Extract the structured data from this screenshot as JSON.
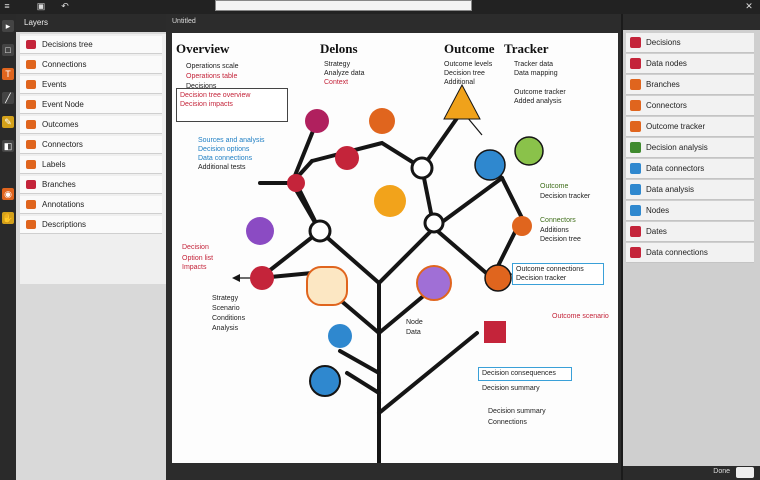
{
  "top": {
    "field_value": ""
  },
  "left_panel": {
    "title": "Layers",
    "items": [
      {
        "label": "Decisions tree",
        "color": "#c4243a"
      },
      {
        "label": "Connections",
        "color": "#e0651e"
      },
      {
        "label": "Events",
        "color": "#e0651e"
      },
      {
        "label": "Event Node",
        "color": "#e0651e"
      },
      {
        "label": "Outcomes",
        "color": "#e0651e"
      },
      {
        "label": "Connectors",
        "color": "#e0651e"
      },
      {
        "label": "Labels",
        "color": "#e0651e"
      },
      {
        "label": "Branches",
        "color": "#c4243a"
      },
      {
        "label": "Annotations",
        "color": "#e0651e"
      },
      {
        "label": "Descriptions",
        "color": "#e0651e"
      }
    ]
  },
  "canvas": {
    "title": "Untitled",
    "headers": {
      "h1": "Overview",
      "h2": "Delons",
      "h3": "Outcome",
      "h4": "Tracker"
    },
    "ann": {
      "a1": "Operations scale",
      "a2": "Operations table",
      "a3": "Decisions",
      "a4": "Decision tree",
      "a5": "Additional tests",
      "b1": "Strategy",
      "b2": "Analyze data",
      "b3": "Context",
      "c1": "Outcome levels",
      "c2": "Decision tree",
      "c3": "Additional",
      "d1": "Tracker data",
      "d2": "Data mapping",
      "d3": "Outcome tracker",
      "d4": "Added analysis",
      "callout1": "Decision tree overview",
      "callout2": "Decision impacts",
      "e1": "Sources and analysis",
      "e2": "Decision options",
      "e3": "Data connections",
      "f1": "Decision",
      "f2": "Option list",
      "f3": "Impacts",
      "g1": "Outcome",
      "g2": "Decision tracker",
      "g3": "Connectors",
      "h1": "Strategy",
      "h2": "Scenario",
      "h3": "Conditions",
      "h4": "Analysis",
      "i1": "Node",
      "i2": "Data",
      "j1": "Outcome connections",
      "j2": "Decision tracker",
      "k1": "Additions",
      "l1": "Outcome scenario",
      "l2": "Decision summary",
      "m1": "Decision consequences",
      "m2": "Decision summary",
      "m3": "Connections"
    }
  },
  "right_panel": {
    "items": [
      {
        "label": "Decisions",
        "color": "#c4243a"
      },
      {
        "label": "Data nodes",
        "color": "#c4243a"
      },
      {
        "label": "Branches",
        "color": "#e0651e"
      },
      {
        "label": "Connectors",
        "color": "#e0651e"
      },
      {
        "label": "Outcome tracker",
        "color": "#e0651e"
      },
      {
        "label": "Decision analysis",
        "color": "#3f8a2e"
      },
      {
        "label": "Data connectors",
        "color": "#2f88cf"
      },
      {
        "label": "Data analysis",
        "color": "#2f88cf"
      },
      {
        "label": "Nodes",
        "color": "#2f88cf"
      },
      {
        "label": "Dates",
        "color": "#c4243a"
      },
      {
        "label": "Data connections",
        "color": "#c4243a"
      }
    ],
    "footer_label": "Done"
  },
  "colors": {
    "red": "#c4243a",
    "orange": "#e0651e",
    "purple": "#8b4bc3",
    "blue": "#2f88cf",
    "green": "#3f8a2e",
    "magenta": "#b0205e",
    "tree": "#151515"
  }
}
